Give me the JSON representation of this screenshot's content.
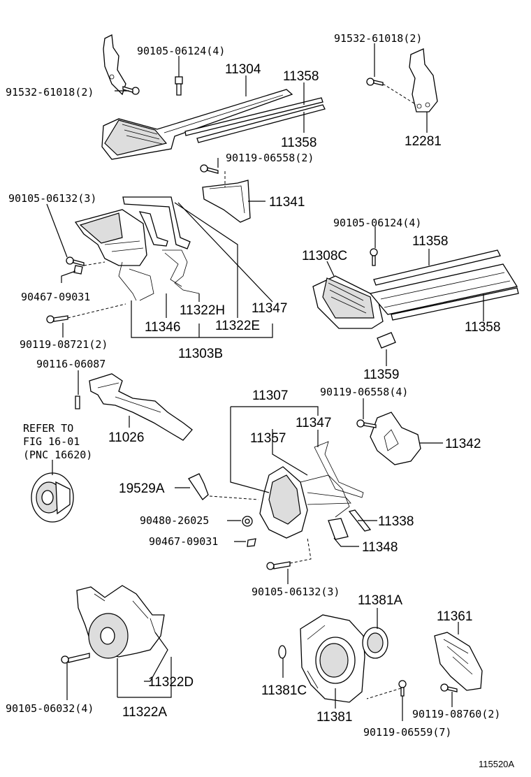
{
  "labels": {
    "l1": "90105-06124(4)",
    "l2": "11304",
    "l3": "11358",
    "l4": "91532-61018(2)",
    "l5": "91532-61018(2)",
    "l6": "11358",
    "l7": "12281",
    "l8": "90119-06558(2)",
    "l9": "90105-06132(3)",
    "l10": "11341",
    "l11": "90105-06124(4)",
    "l12": "11358",
    "l13": "11308C",
    "l14": "90467-09031",
    "l15": "11322H",
    "l16": "11347",
    "l17": "11346",
    "l18": "11322E",
    "l19": "11358",
    "l20": "90119-08721(2)",
    "l21": "11303B",
    "l22": "11359",
    "l23": "90116-06087",
    "l24": "11307",
    "l25": "90119-06558(4)",
    "l26": "11347",
    "l27": "11357",
    "l28": "11342",
    "l29": "11026",
    "l30": "19529A",
    "l31": "90480-26025",
    "l32": "11338",
    "l33": "90467-09031",
    "l34": "11348",
    "l35": "90105-06132(3)",
    "l36": "11381A",
    "l37": "11361",
    "l38": "11322D",
    "l39": "11381C",
    "l40": "11322A",
    "l41": "11381",
    "l42": "90119-08760(2)",
    "l43": "90105-06032(4)",
    "l44": "90119-06559(7)",
    "refer1": "REFER TO",
    "refer2": "FIG 16-01",
    "refer3": "(PNC 16620)",
    "figure_id": "115520A"
  }
}
